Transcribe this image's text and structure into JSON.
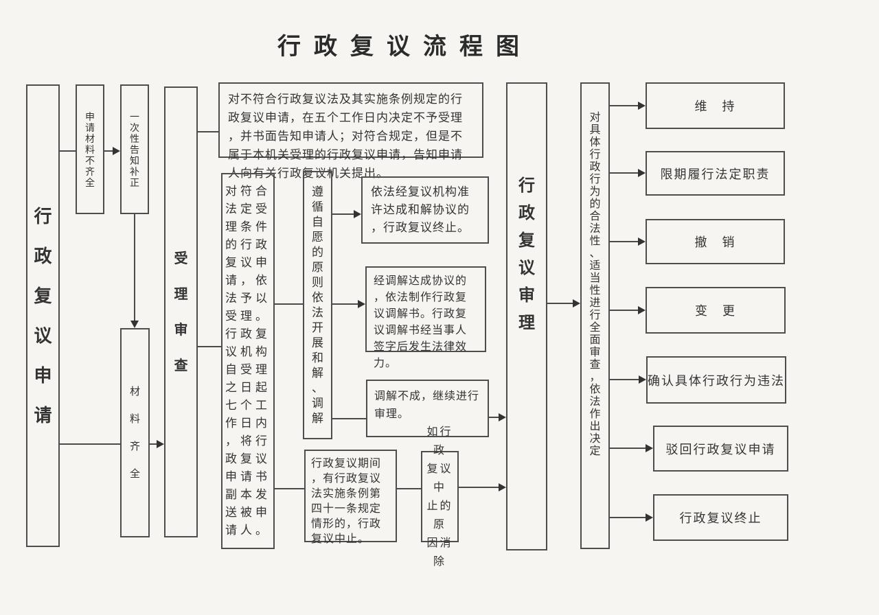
{
  "title": "行政复议流程图",
  "colors": {
    "background": "#f6f5f1",
    "border": "#4d4d4d",
    "text": "#333333"
  },
  "flowchart": {
    "stage_application": {
      "label": "行政复议申请"
    },
    "materials_incomplete": {
      "label": "申请材料不齐全"
    },
    "one_time_notice": {
      "label": "一次性告知补正"
    },
    "materials_complete": {
      "label": "材料齐全"
    },
    "stage_acceptance_review": {
      "label": "受理审查"
    },
    "rejection_notice": {
      "text": "对不符合行政复议法及其实施条例规定的行政复议申请，在五个工作日内决定不予受理，并书面告知申请人；对符合规定，但是不属于本机关受理的行政复议申请，告知申请人向有关行政复议机关提出。"
    },
    "acceptance_decision": {
      "text": "对符合法定受理条件的行政复议申请，依法予以受理。行政复议机构自受理之日起七个工作日内，将行政复议申请书副本发送被申请人。"
    },
    "mediation_principle": {
      "label": "遵循自愿的原则依法开展和解、调解"
    },
    "settlement_termination": {
      "text": "依法经复议机构准许达成和解协议的，行政复议终止。"
    },
    "mediation_agreement": {
      "text": "经调解达成协议的，依法制作行政复议调解书。行政复议调解书经当事人签字后发生法律效力。"
    },
    "mediation_failed": {
      "text": "调解不成，继续进行审理。"
    },
    "suspension": {
      "text": "行政复议期间，有行政复议法实施条例第四十一条规定情形的，行政复议中止。"
    },
    "suspension_lifted": {
      "text": "如行政复议中止的原因消除"
    },
    "stage_hearing": {
      "label": "行政复议审理"
    },
    "full_review_decision": {
      "label": "对具体行政行为的合法性、适当性进行全面审查，依法作出决定"
    },
    "outcomes": [
      {
        "label": "维　持"
      },
      {
        "label": "限期履行法定职责"
      },
      {
        "label": "撤　销"
      },
      {
        "label": "变　更"
      },
      {
        "label": "确认具体行政行为违法"
      },
      {
        "label": "驳回行政复议申请"
      },
      {
        "label": "行政复议终止"
      }
    ]
  }
}
